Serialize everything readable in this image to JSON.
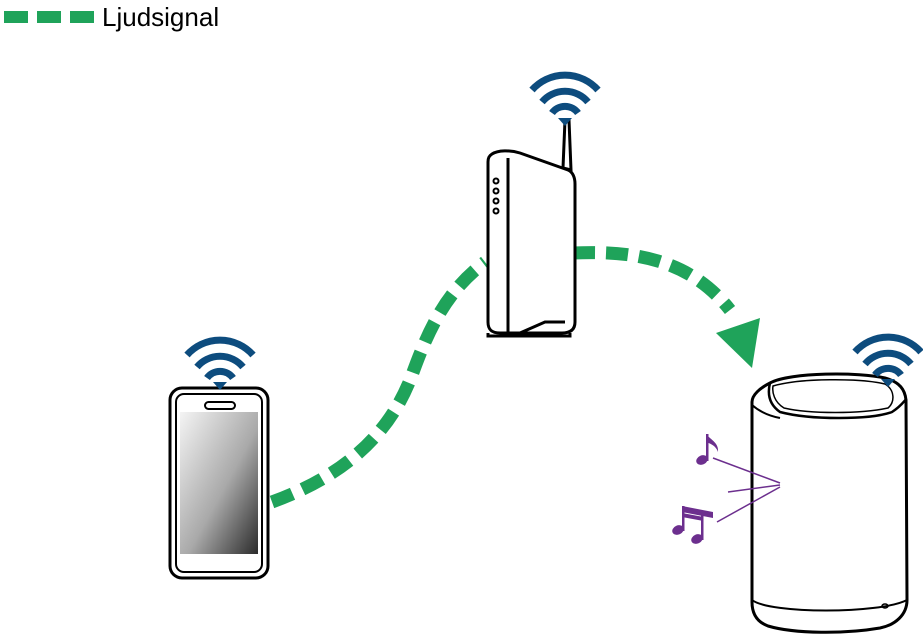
{
  "legend": {
    "label": "Ljudsignal",
    "color": "#1fa35a"
  },
  "colors": {
    "signal": "#1fa35a",
    "wifi": "#0d4c7e",
    "music": "#6c2f8e",
    "outline": "#000000"
  },
  "devices": [
    {
      "id": "smartphone",
      "icon": "smartphone-icon",
      "wireless": true
    },
    {
      "id": "router",
      "icon": "router-icon",
      "wireless": true
    },
    {
      "id": "speaker",
      "icon": "speaker-icon",
      "wireless": true
    }
  ],
  "music_notes": 2
}
